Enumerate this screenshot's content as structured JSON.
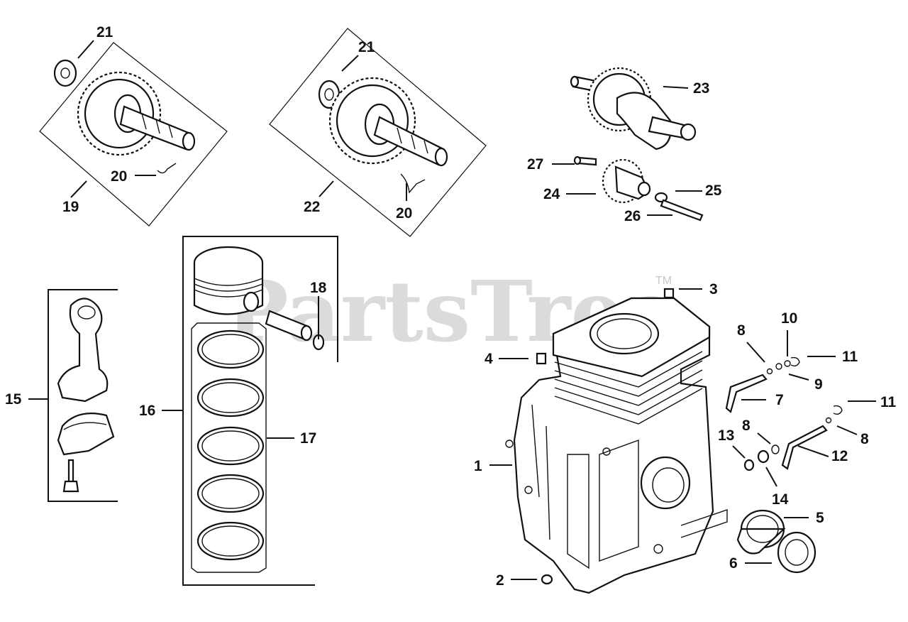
{
  "watermark": {
    "text": "PartsTree",
    "trademark": "TM"
  },
  "callouts": {
    "c1": "1",
    "c2": "2",
    "c3": "3",
    "c4": "4",
    "c5": "5",
    "c6": "6",
    "c7": "7",
    "c8a": "8",
    "c8b": "8",
    "c8c": "8",
    "c9": "9",
    "c10": "10",
    "c11a": "11",
    "c11b": "11",
    "c12": "12",
    "c13": "13",
    "c14": "14",
    "c15": "15",
    "c16": "16",
    "c17": "17",
    "c18": "18",
    "c19": "19",
    "c20a": "20",
    "c20b": "20",
    "c21a": "21",
    "c21b": "21",
    "c22": "22",
    "c23": "23",
    "c24": "24",
    "c25": "25",
    "c26": "26",
    "c27": "27"
  },
  "colors": {
    "line": "#111111",
    "background": "#ffffff",
    "watermark": "#d0d0d0"
  }
}
